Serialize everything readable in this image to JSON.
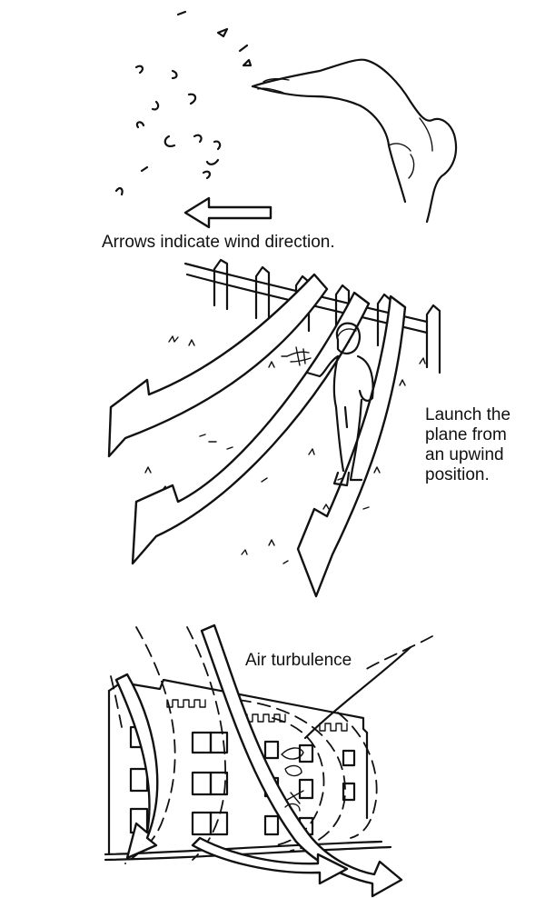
{
  "captions": {
    "wind_direction": "Arrows indicate wind direction.",
    "launch_line1": "Launch the",
    "launch_line2": "plane from",
    "launch_line3": "an upwind",
    "launch_line4": "position.",
    "turbulence": "Air turbulence"
  }
}
